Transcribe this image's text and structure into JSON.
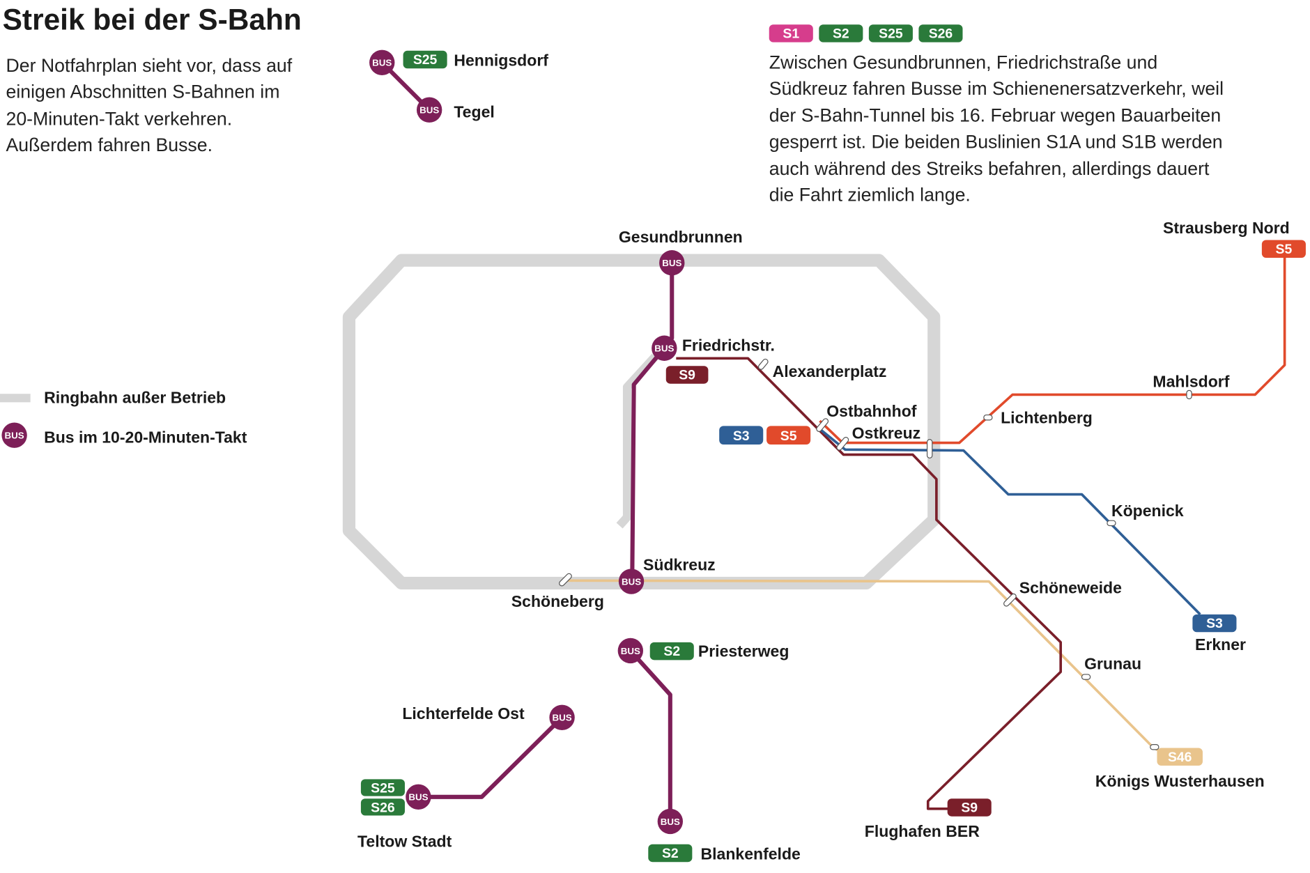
{
  "title": "Streik bei der S-Bahn",
  "intro": [
    "Der Notfahrplan sieht vor, dass auf",
    "einigen Abschnitten S-Bahnen im",
    "20-Minuten-Takt verkehren.",
    "Außerdem fahren Busse."
  ],
  "info": {
    "badges": [
      "S1",
      "S2",
      "S25",
      "S26"
    ],
    "lines": [
      "Zwischen Gesundbrunnen, Friedrichstraße und",
      "Südkreuz fahren Busse im Schienenersatzverkehr, weil",
      "der S-Bahn-Tunnel bis 16. Februar wegen Bauarbeiten",
      "gesperrt ist. Die beiden Buslinien S1A und S1B werden",
      "auch während des Streiks befahren, allerdings dauert",
      "die Fahrt ziemlich lange."
    ]
  },
  "legend": {
    "ring": "Ringbahn außer Betrieb",
    "bus": "Bus im 10-20-Minuten-Takt"
  },
  "bus_label": "BUS",
  "stations": {
    "hennigsdorf": "Hennigsdorf",
    "tegel": "Tegel",
    "gesundbrunnen": "Gesundbrunnen",
    "friedrichstr": "Friedrichstr.",
    "alexanderplatz": "Alexanderplatz",
    "ostbahnhof": "Ostbahnhof",
    "ostkreuz": "Ostkreuz",
    "lichtenberg": "Lichtenberg",
    "mahlsdorf": "Mahlsdorf",
    "strausberg": "Strausberg Nord",
    "koepenick": "Köpenick",
    "erkner": "Erkner",
    "suedkreuz": "Südkreuz",
    "schoeneberg": "Schöneberg",
    "schoeneweide": "Schöneweide",
    "grunau": "Grunau",
    "koenigs": "Königs Wusterhausen",
    "ber": "Flughafen BER",
    "priesterweg": "Priesterweg",
    "blankenfelde": "Blankenfelde",
    "lichterfelde": "Lichterfelde Ost",
    "teltow": "Teltow Stadt"
  },
  "lines": {
    "s1": "S1",
    "s2": "S2",
    "s25": "S25",
    "s26": "S26",
    "s3": "S3",
    "s5": "S5",
    "s9": "S9",
    "s46": "S46"
  },
  "colors": {
    "bus": "#7d1f58",
    "s1": "#d63d8c",
    "s2": "#2a7a3a",
    "s3": "#2f5f96",
    "s5": "#e14a2b",
    "s9": "#7a1f2a",
    "s46": "#e9c48c",
    "ring": "#d6d6d6"
  }
}
